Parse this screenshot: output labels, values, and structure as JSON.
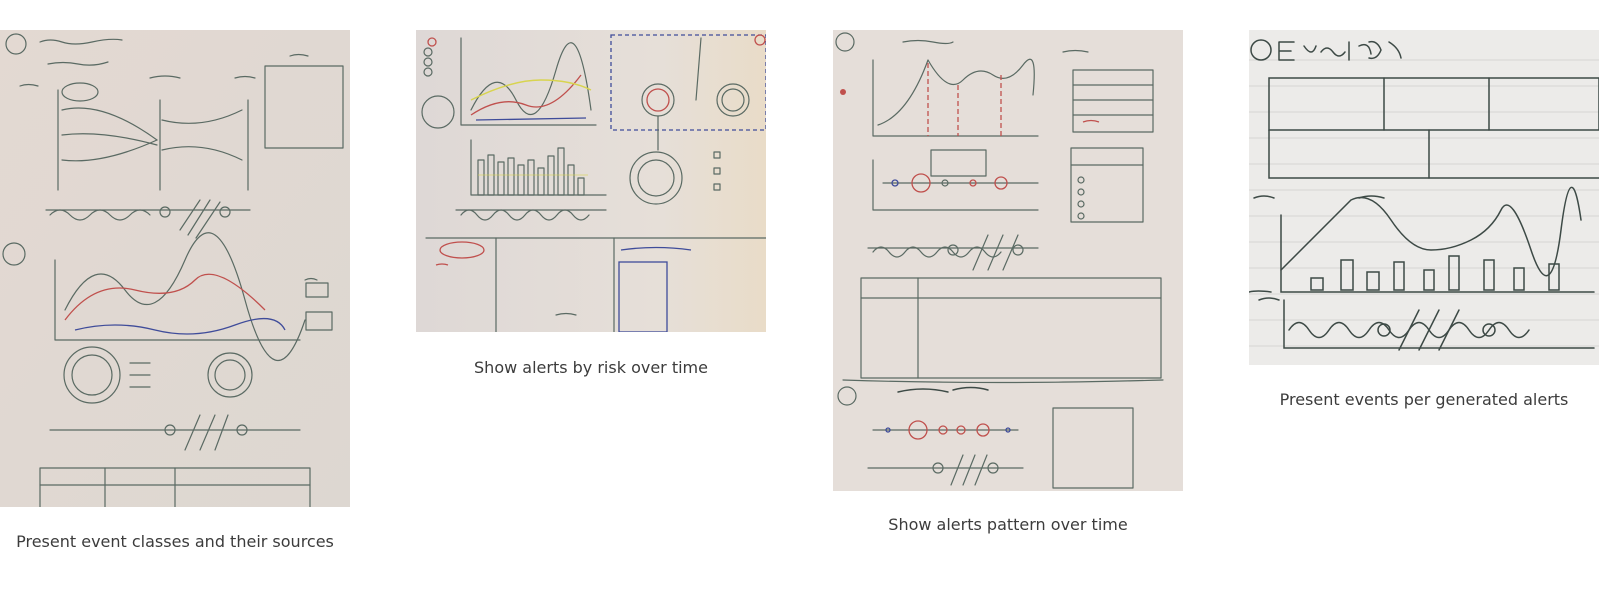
{
  "sketches": [
    {
      "caption": "Present event classes and their sources",
      "paper_color": "#e4ddd6",
      "ink_color": "#5a6a63"
    },
    {
      "caption": "Show alerts by risk over time",
      "paper_color": "#e2dbd6",
      "ink_color": "#5a6a63"
    },
    {
      "caption": "Show alerts pattern over time",
      "paper_color": "#e6dfda",
      "ink_color": "#5a6a63"
    },
    {
      "caption": "Present events per generated alerts",
      "paper_color": "#ecebe9",
      "ink_color": "#3d4a46"
    }
  ]
}
